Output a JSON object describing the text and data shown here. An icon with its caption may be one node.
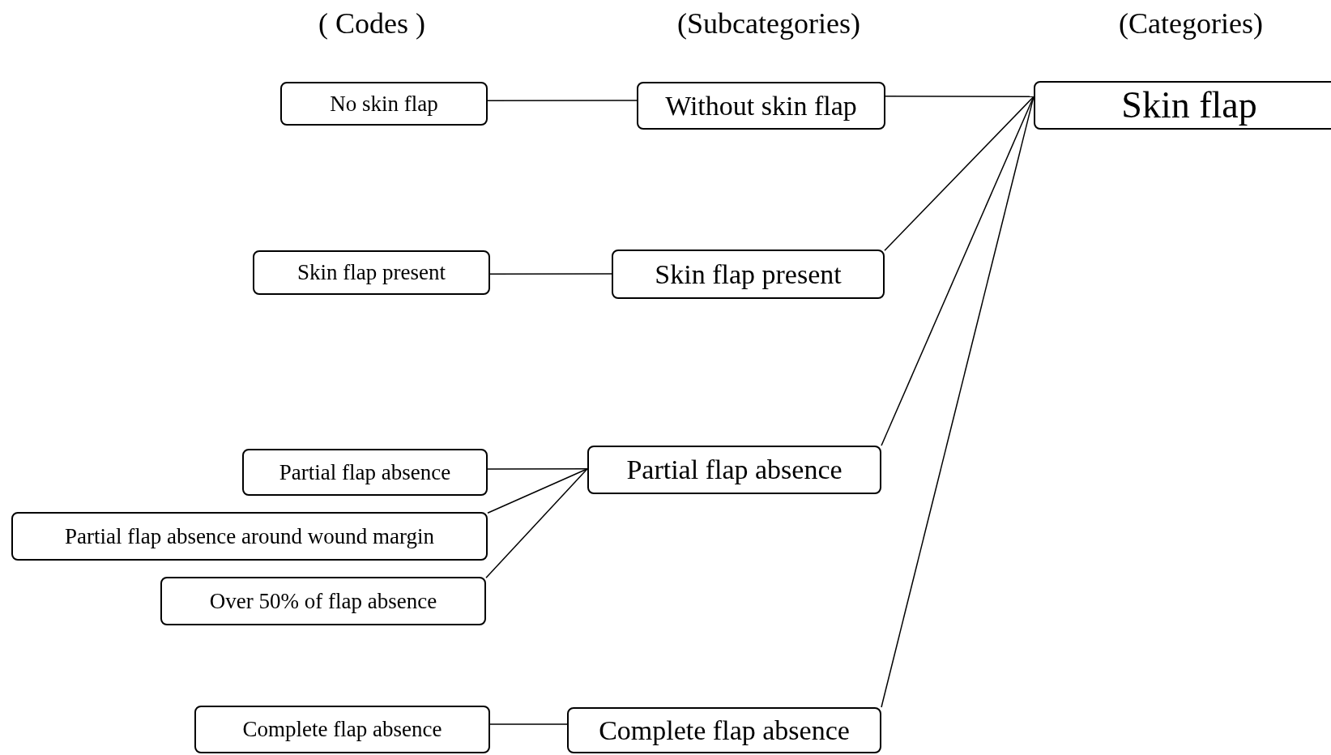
{
  "diagram": {
    "nodes": [
      {
        "text": [
          "No skin flap"
        ]
      },
      {
        "text": [
          "Without skin flap"
        ]
      },
      {
        "text": [
          "Skin flap"
        ]
      },
      {
        "text": [
          "Skin flap present"
        ]
      },
      {
        "text": [
          "Skin flap present"
        ]
      },
      {
        "text": [
          "Partial flap absence"
        ]
      },
      {
        "text": [
          "Partial flap absence"
        ]
      },
      {
        "text": [
          "Partial flap absence around wound margin"
        ]
      },
      {
        "text": [
          "Over 50% of flap absence"
        ]
      },
      {
        "text": [
          "Complete flap absence"
        ]
      },
      {
        "text": [
          "Complete flap absence"
        ]
      }
    ],
    "edges": [
      {
        "from": 0,
        "to": 1,
        "arrow": "none"
      },
      {
        "from": 1,
        "to": 2,
        "arrow": "none"
      },
      {
        "from": 3,
        "to": 4,
        "arrow": "none"
      },
      {
        "from": 4,
        "to": 2,
        "arrow": "none"
      },
      {
        "from": 5,
        "to": 6,
        "arrow": "none"
      },
      {
        "from": 7,
        "to": 6,
        "arrow": "none"
      },
      {
        "from": 8,
        "to": 6,
        "arrow": "none"
      },
      {
        "from": 6,
        "to": 2,
        "arrow": "none"
      },
      {
        "from": 9,
        "to": 10,
        "arrow": "none"
      },
      {
        "from": 10,
        "to": 2,
        "arrow": "none"
      }
    ],
    "labels": [
      "( Codes )",
      "(Subcategories)",
      "(Categories)"
    ]
  }
}
